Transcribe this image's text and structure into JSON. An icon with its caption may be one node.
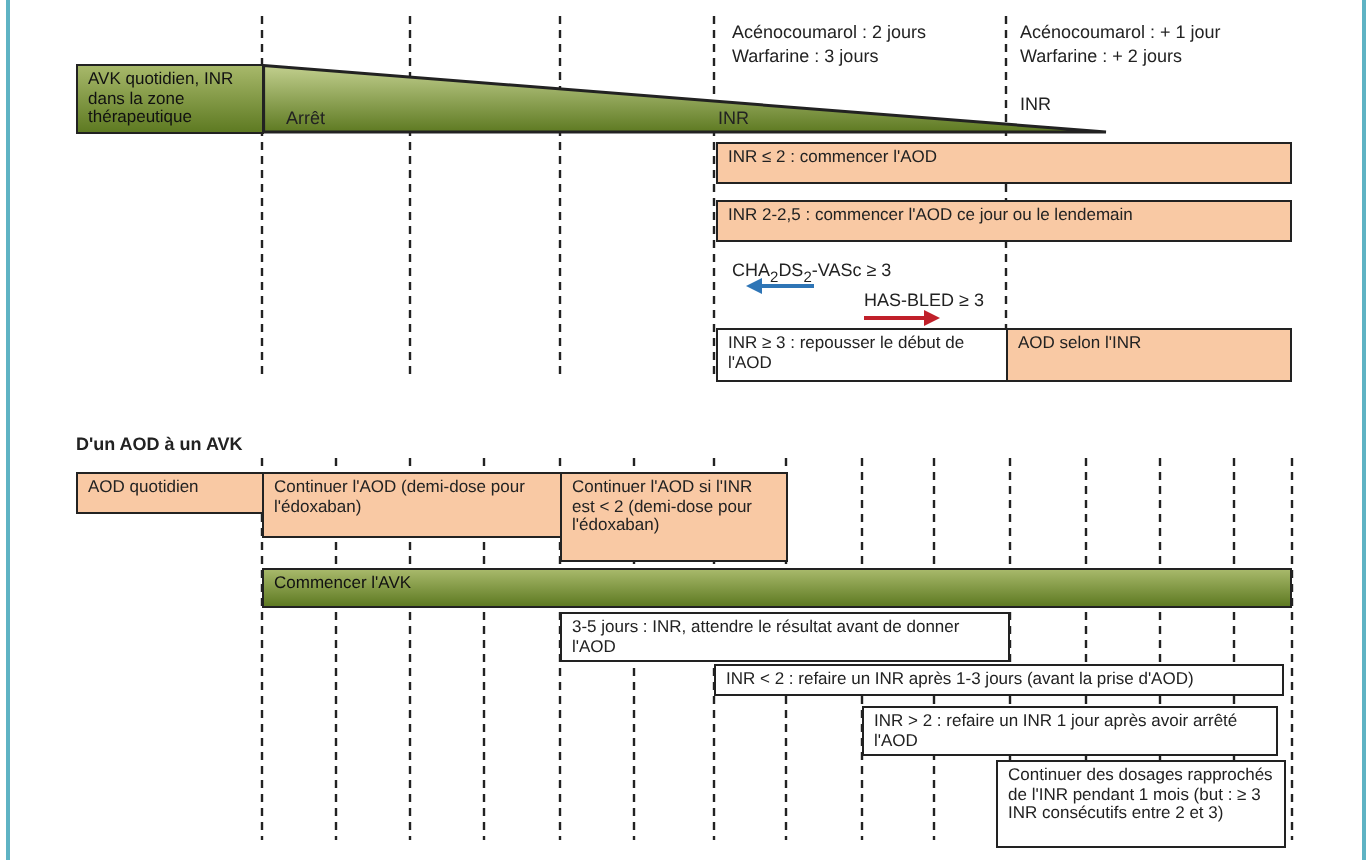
{
  "diagram": {
    "nodes": [
      {
        "text": [
          "AVK quotidien, INR dans la zone thérapeutique"
        ]
      },
      {
        "text": [
          "Arrêt",
          "INR"
        ]
      },
      {
        "text": [
          "INR ≤ 2 : commencer l'AOD"
        ]
      },
      {
        "text": [
          "INR 2-2,5 : commencer l'AOD ce jour ou le lendemain"
        ]
      },
      {
        "text": [
          "INR ≥ 3 : repousser le début de l'AOD"
        ]
      },
      {
        "text": [
          "AOD selon l'INR"
        ]
      },
      {
        "text": [
          "AOD quotidien"
        ]
      },
      {
        "text": [
          "Continuer l'AOD (demi-dose pour l'édoxaban)"
        ]
      },
      {
        "text": [
          "Continuer l'AOD si l'INR est < 2 (demi-dose pour l'édoxaban)"
        ]
      },
      {
        "text": [
          "Commencer l'AVK"
        ]
      },
      {
        "text": [
          "3-5 jours : INR, attendre le résultat avant de donner l'AOD"
        ]
      },
      {
        "text": [
          "INR < 2 : refaire un INR après 1-3 jours (avant la prise d'AOD)"
        ]
      },
      {
        "text": [
          "INR > 2 : refaire un INR 1 jour après avoir arrêté l'AOD"
        ]
      },
      {
        "text": [
          "Continuer des dosages rapprochés de l'INR pendant 1 mois (but : ≥ 3 INR consécutifs entre 2 et 3)"
        ]
      }
    ],
    "labels": [
      "Acénocoumarol : 2 jours",
      "Warfarine : 3 jours",
      "Acénocoumarol : + 1 jour",
      "Warfarine : + 2 jours",
      "INR",
      "CHA$_{2}$DS$_{2}$-VASc ≥ 3",
      "HAS-BLED ≥ 3",
      "D'un AOD à un AVK"
    ]
  }
}
